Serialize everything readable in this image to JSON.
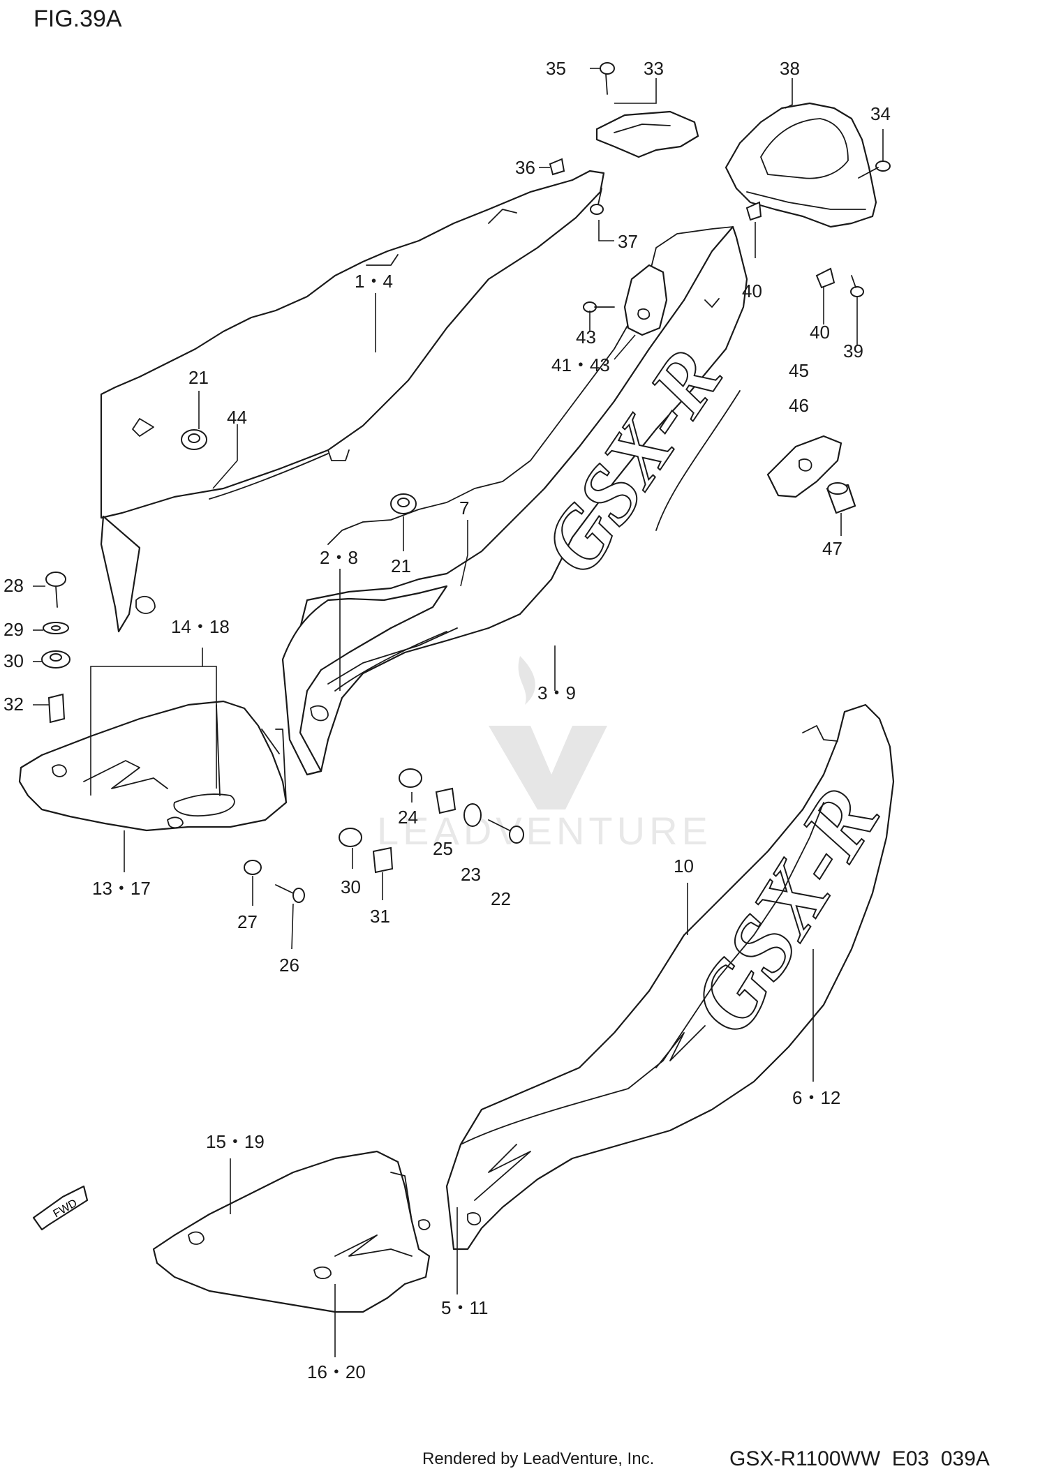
{
  "title": "FIG.39A",
  "footer": {
    "rendered_by": "Rendered by LeadVenture, Inc.",
    "code": "GSX-R1100WW  E03  039A"
  },
  "watermark": "LEADVENTURE",
  "fwd_label": "FWD",
  "decal_text": "GSX-R",
  "callouts": {
    "c35": "35",
    "c33": "33",
    "c38": "38",
    "c34": "34",
    "c36": "36",
    "c37": "37",
    "c1_4": "1・4",
    "c43": "43",
    "c41_43": "41・43",
    "c40a": "40",
    "c40b": "40",
    "c39": "39",
    "c45": "45",
    "c46": "46",
    "c47": "47",
    "c21a": "21",
    "c44": "44",
    "c7": "7",
    "c2_8": "2・8",
    "c21b": "21",
    "c28": "28",
    "c29": "29",
    "c30a": "30",
    "c32": "32",
    "c14_18": "14・18",
    "c3_9": "3・9",
    "c24": "24",
    "c25": "25",
    "c23": "23",
    "c22": "22",
    "c13_17": "13・17",
    "c30b": "30",
    "c31": "31",
    "c27": "27",
    "c26": "26",
    "c10": "10",
    "c6_12": "6・12",
    "c15_19": "15・19",
    "c5_11": "5・11",
    "c16_20": "16・20"
  }
}
